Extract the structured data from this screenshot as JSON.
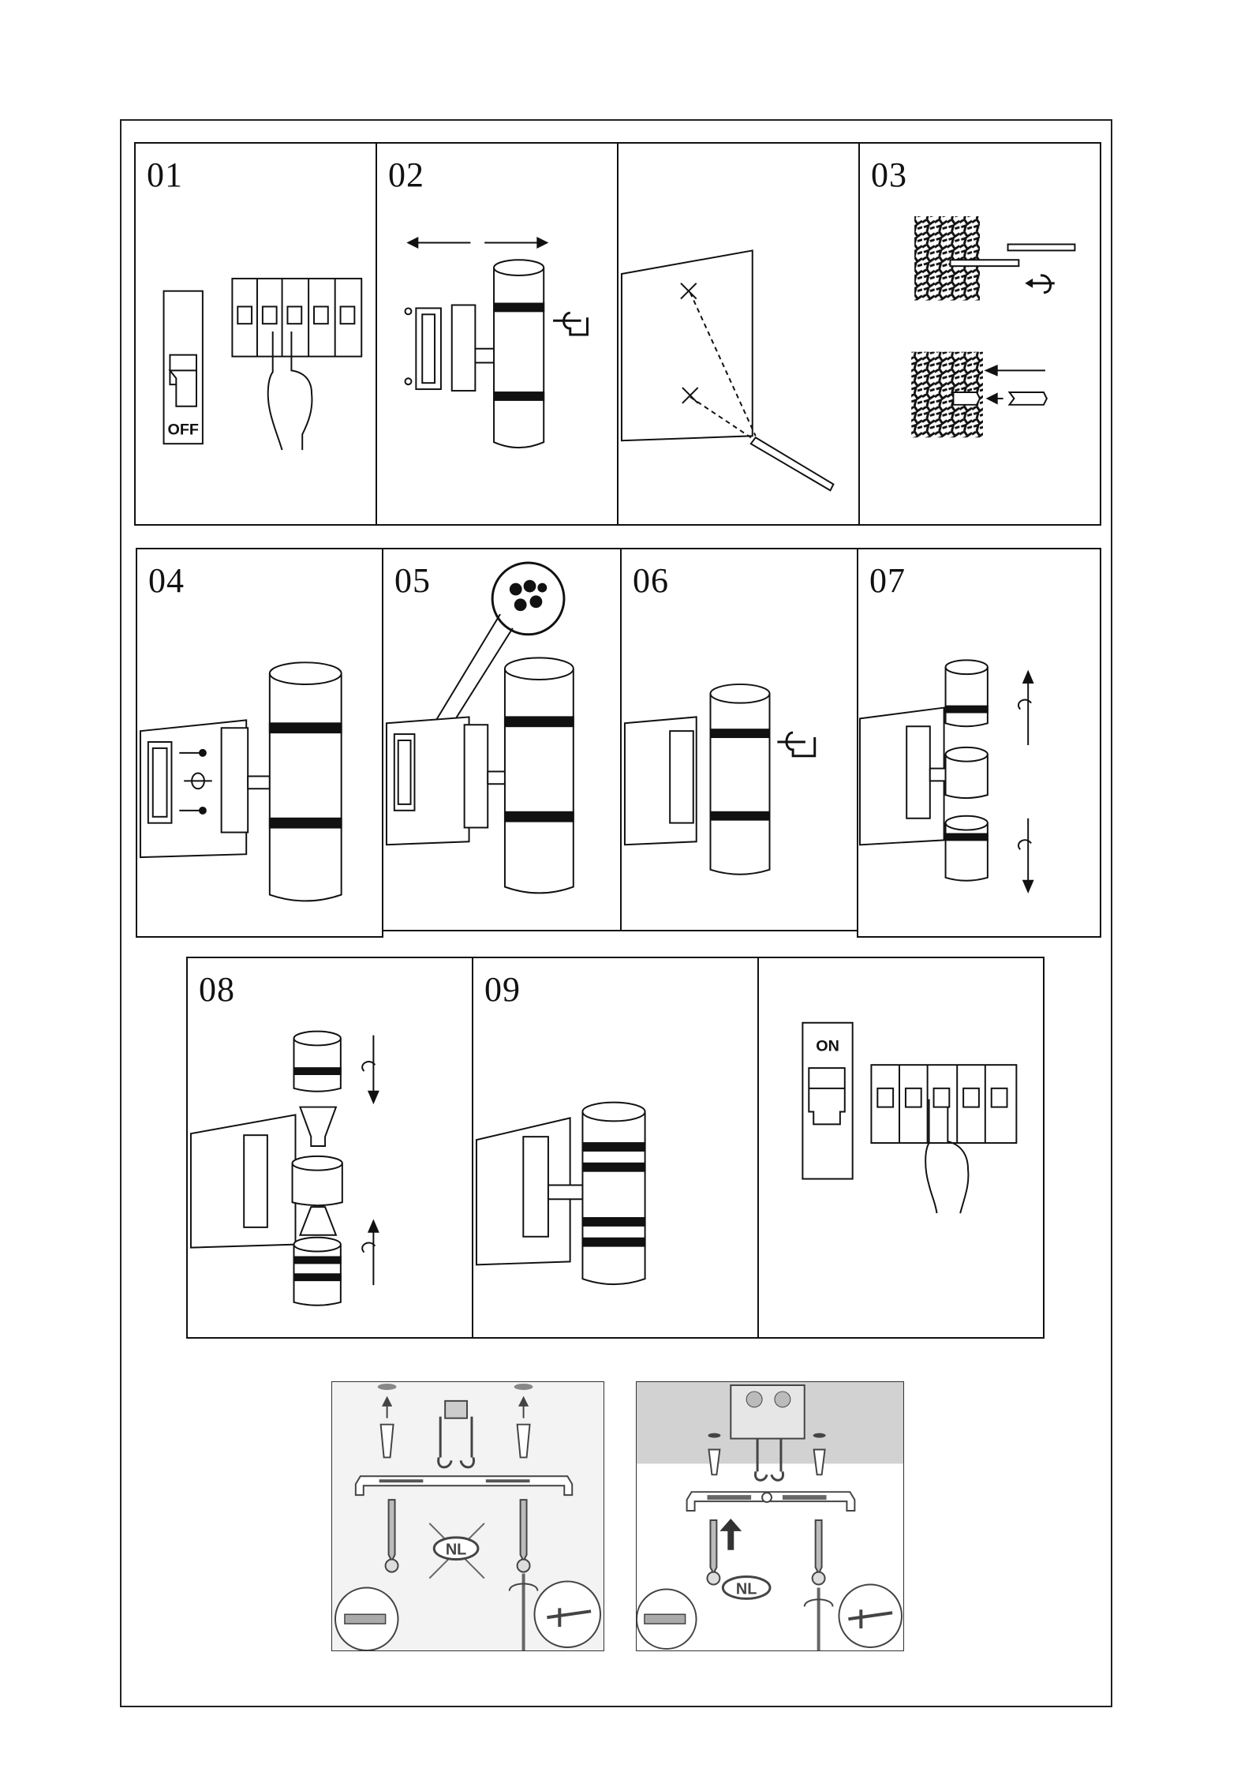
{
  "steps": [
    {
      "num": "01"
    },
    {
      "num": "02"
    },
    {
      "num": "03"
    },
    {
      "num": "04"
    },
    {
      "num": "05"
    },
    {
      "num": "06"
    },
    {
      "num": "07"
    },
    {
      "num": "08"
    },
    {
      "num": "09"
    }
  ],
  "switch_labels": {
    "off": "OFF",
    "on": "ON"
  },
  "mounting": {
    "no_label": "NL",
    "yes_label": "NL"
  }
}
